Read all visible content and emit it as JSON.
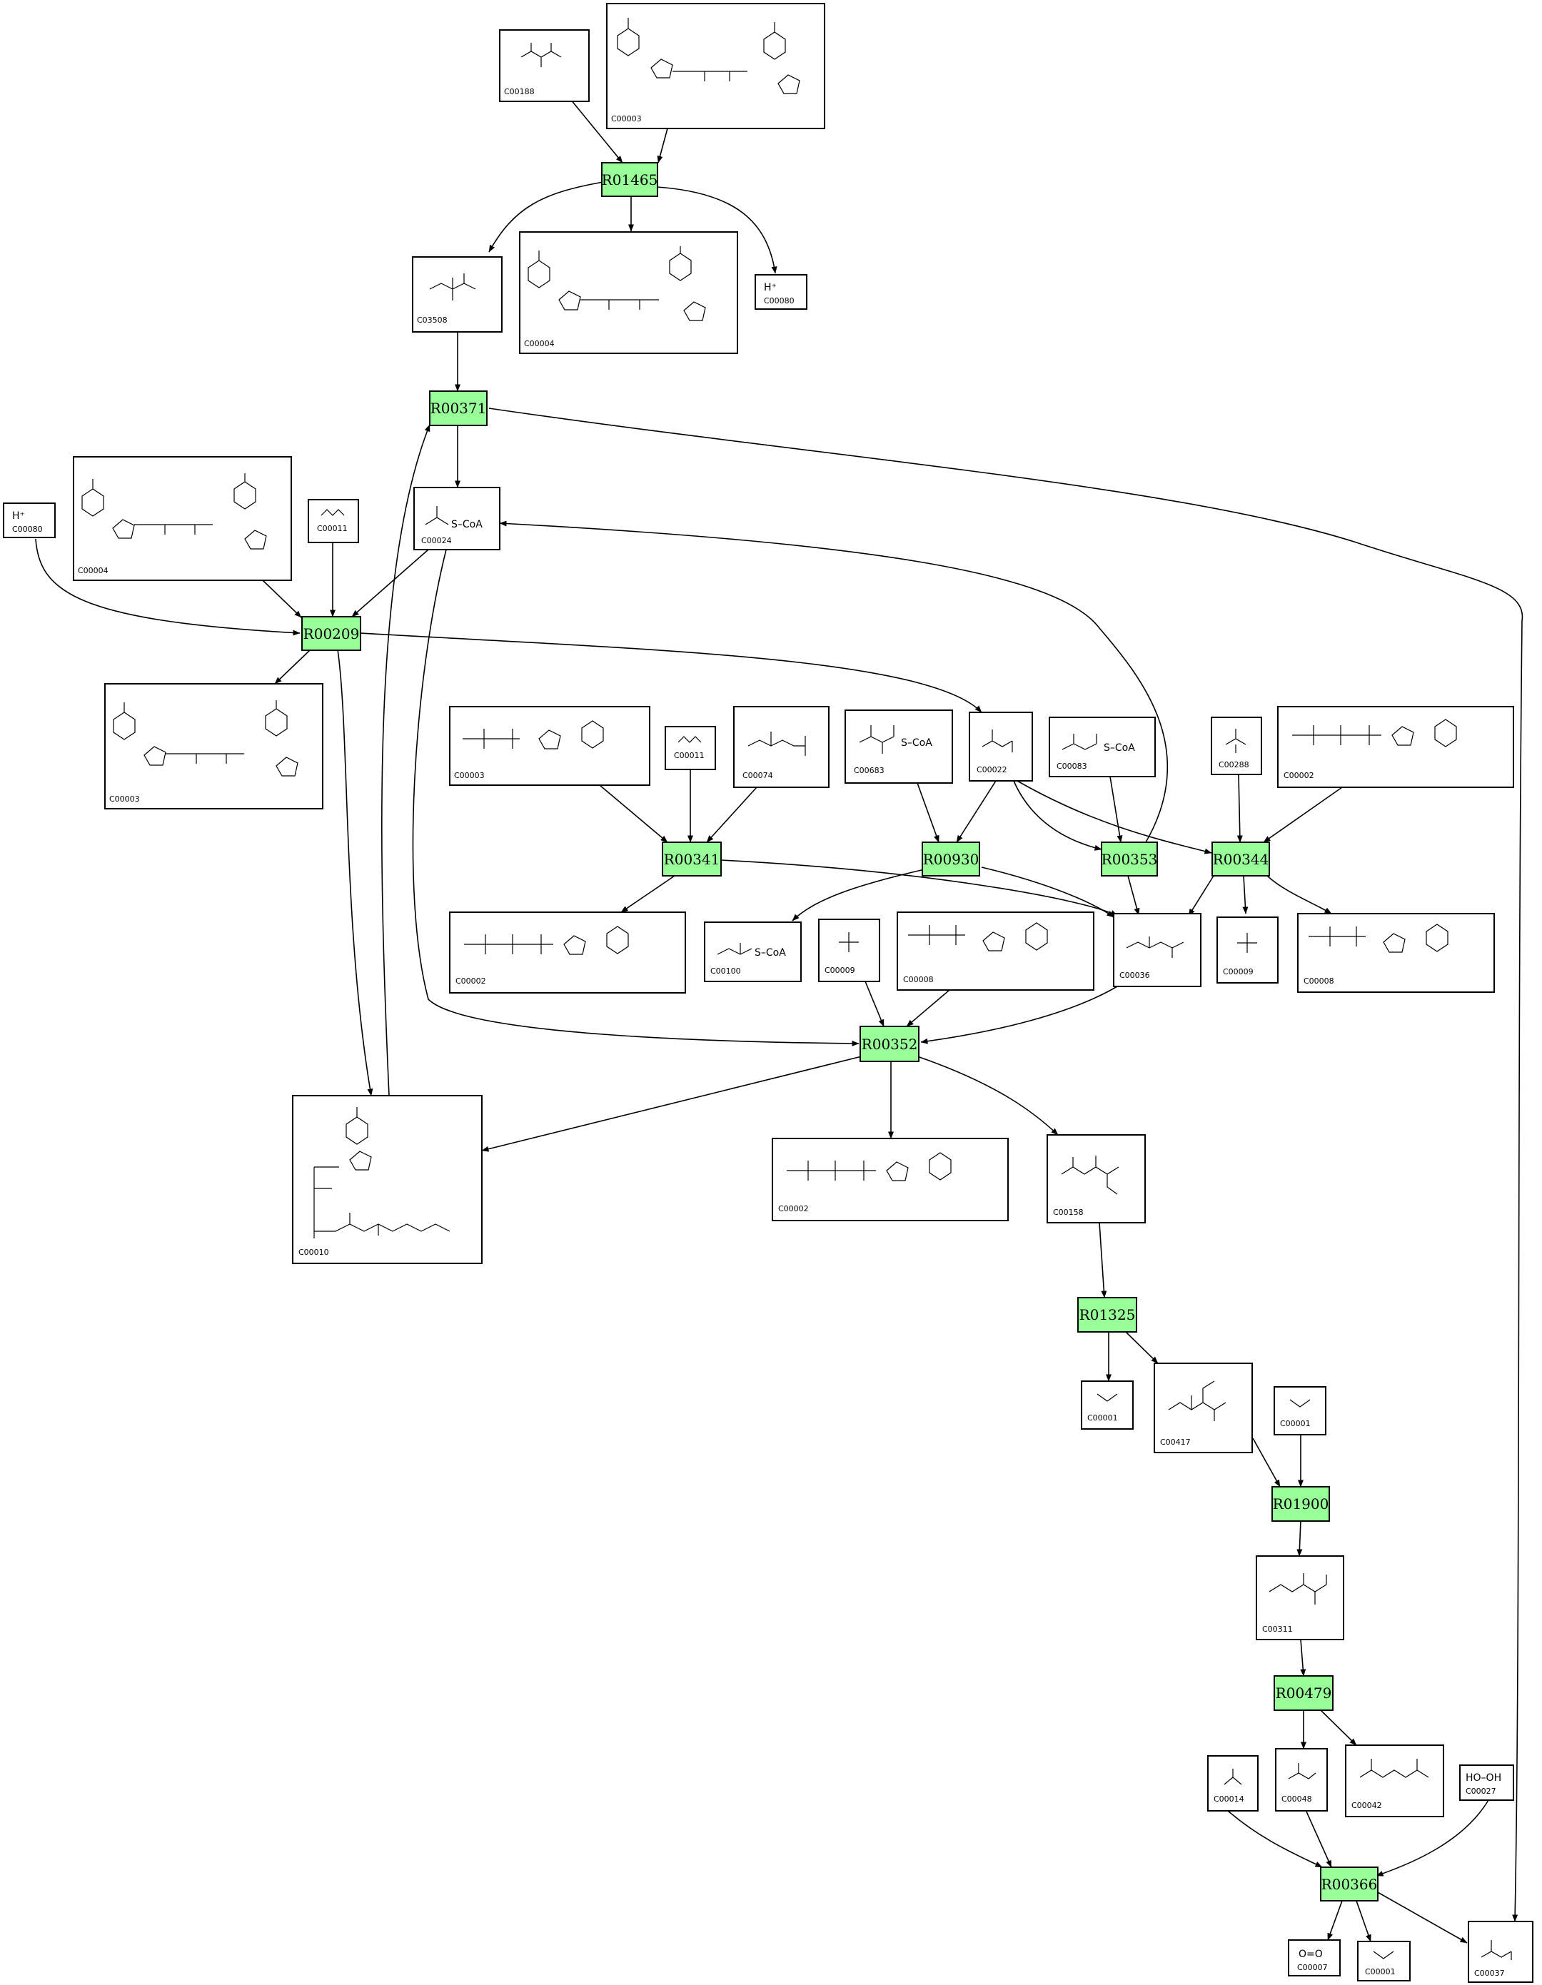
{
  "reactions": [
    {
      "id": "R01465",
      "label": "R01465"
    },
    {
      "id": "R00371",
      "label": "R00371"
    },
    {
      "id": "R00209",
      "label": "R00209"
    },
    {
      "id": "R00341",
      "label": "R00341"
    },
    {
      "id": "R00930",
      "label": "R00930"
    },
    {
      "id": "R00353",
      "label": "R00353"
    },
    {
      "id": "R00344",
      "label": "R00344"
    },
    {
      "id": "R00352",
      "label": "R00352"
    },
    {
      "id": "R01325",
      "label": "R01325"
    },
    {
      "id": "R01900",
      "label": "R01900"
    },
    {
      "id": "R00479",
      "label": "R00479"
    },
    {
      "id": "R00366",
      "label": "R00366"
    }
  ],
  "compounds": [
    {
      "key": "c00188",
      "id": "C00188",
      "formula": ""
    },
    {
      "key": "c00003_top",
      "id": "C00003",
      "formula": ""
    },
    {
      "key": "c03508",
      "id": "C03508",
      "formula": ""
    },
    {
      "key": "c00004_top",
      "id": "C00004",
      "formula": ""
    },
    {
      "key": "c00080_top",
      "id": "C00080",
      "formula": "H⁺"
    },
    {
      "key": "c00080_left",
      "id": "C00080",
      "formula": "H⁺"
    },
    {
      "key": "c00004_left",
      "id": "C00004",
      "formula": ""
    },
    {
      "key": "c00011_left",
      "id": "C00011",
      "formula": ""
    },
    {
      "key": "c00024",
      "id": "C00024",
      "formula": "S–CoA"
    },
    {
      "key": "c00003_left",
      "id": "C00003",
      "formula": ""
    },
    {
      "key": "c00003_mid",
      "id": "C00003",
      "formula": ""
    },
    {
      "key": "c00011_mid",
      "id": "C00011",
      "formula": ""
    },
    {
      "key": "c00074",
      "id": "C00074",
      "formula": ""
    },
    {
      "key": "c00683",
      "id": "C00683",
      "formula": "S–CoA"
    },
    {
      "key": "c00022",
      "id": "C00022",
      "formula": ""
    },
    {
      "key": "c00083",
      "id": "C00083",
      "formula": "S–CoA"
    },
    {
      "key": "c00288",
      "id": "C00288",
      "formula": ""
    },
    {
      "key": "c00002_top",
      "id": "C00002",
      "formula": ""
    },
    {
      "key": "c00002_left",
      "id": "C00002",
      "formula": ""
    },
    {
      "key": "c00100",
      "id": "C00100",
      "formula": "S–CoA"
    },
    {
      "key": "c00009_mid",
      "id": "C00009",
      "formula": ""
    },
    {
      "key": "c00008_mid",
      "id": "C00008",
      "formula": ""
    },
    {
      "key": "c00036",
      "id": "C00036",
      "formula": ""
    },
    {
      "key": "c00009_right",
      "id": "C00009",
      "formula": ""
    },
    {
      "key": "c00008_right",
      "id": "C00008",
      "formula": ""
    },
    {
      "key": "c00010",
      "id": "C00010",
      "formula": ""
    },
    {
      "key": "c00002_bottom",
      "id": "C00002",
      "formula": ""
    },
    {
      "key": "c00158",
      "id": "C00158",
      "formula": ""
    },
    {
      "key": "c00001_a",
      "id": "C00001",
      "formula": ""
    },
    {
      "key": "c00417",
      "id": "C00417",
      "formula": ""
    },
    {
      "key": "c00001_b",
      "id": "C00001",
      "formula": ""
    },
    {
      "key": "c00311",
      "id": "C00311",
      "formula": ""
    },
    {
      "key": "c00014",
      "id": "C00014",
      "formula": ""
    },
    {
      "key": "c00048",
      "id": "C00048",
      "formula": ""
    },
    {
      "key": "c00042",
      "id": "C00042",
      "formula": ""
    },
    {
      "key": "c00027",
      "id": "C00027",
      "formula": "HO–OH"
    },
    {
      "key": "c00007",
      "id": "C00007",
      "formula": "O=O"
    },
    {
      "key": "c00001_c",
      "id": "C00001",
      "formula": ""
    },
    {
      "key": "c00037",
      "id": "C00037",
      "formula": ""
    }
  ],
  "colors": {
    "reaction_fill": "#99ff99",
    "stroke": "#000000",
    "background": "#ffffff"
  }
}
